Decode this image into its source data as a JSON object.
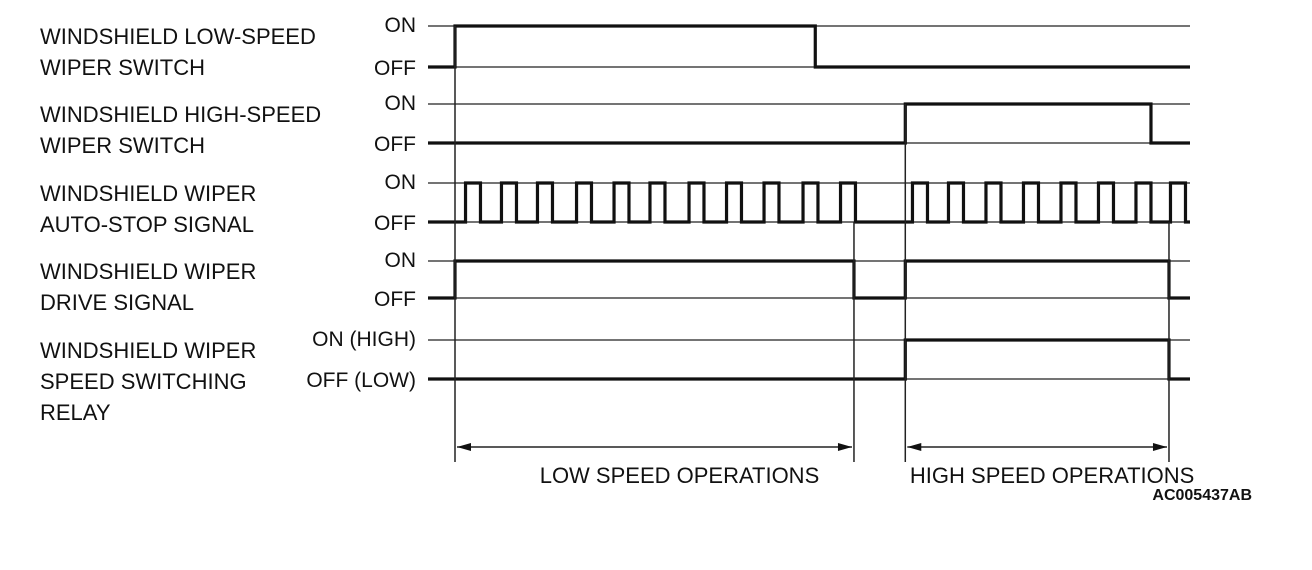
{
  "signals": [
    {
      "id": "low-speed-switch",
      "label_lines": [
        "WINDSHIELD LOW-SPEED",
        "WIPER SWITCH"
      ],
      "on_label": "ON",
      "off_label": "OFF",
      "states": [
        [
          0,
          1
        ],
        [
          0.4823,
          0
        ]
      ]
    },
    {
      "id": "high-speed-switch",
      "label_lines": [
        "WINDSHIELD HIGH-SPEED",
        "WIPER SWITCH"
      ],
      "on_label": "ON",
      "off_label": "OFF",
      "states": [
        [
          0,
          0
        ],
        [
          0.6028,
          1
        ],
        [
          0.9317,
          0
        ]
      ]
    },
    {
      "id": "auto-stop-signal",
      "label_lines": [
        "WINDSHIELD WIPER",
        "AUTO-STOP SIGNAL"
      ],
      "on_label": "ON",
      "off_label": "OFF",
      "states": [
        [
          0,
          0
        ],
        [
          0.0141,
          1
        ],
        [
          0.0341,
          0
        ],
        [
          0.0622,
          1
        ],
        [
          0.0823,
          0
        ],
        [
          0.1104,
          1
        ],
        [
          0.1305,
          0
        ],
        [
          0.1627,
          1
        ],
        [
          0.1827,
          0
        ],
        [
          0.2129,
          1
        ],
        [
          0.2329,
          0
        ],
        [
          0.261,
          1
        ],
        [
          0.2811,
          0
        ],
        [
          0.3133,
          1
        ],
        [
          0.3333,
          0
        ],
        [
          0.3635,
          1
        ],
        [
          0.3835,
          0
        ],
        [
          0.4137,
          1
        ],
        [
          0.4337,
          0
        ],
        [
          0.4659,
          1
        ],
        [
          0.4859,
          0
        ],
        [
          0.5161,
          1
        ],
        [
          0.5361,
          0
        ],
        [
          0.6124,
          1
        ],
        [
          0.6325,
          0
        ],
        [
          0.6606,
          1
        ],
        [
          0.6807,
          0
        ],
        [
          0.7108,
          1
        ],
        [
          0.7309,
          0
        ],
        [
          0.761,
          1
        ],
        [
          0.7811,
          0
        ],
        [
          0.8112,
          1
        ],
        [
          0.8313,
          0
        ],
        [
          0.8614,
          1
        ],
        [
          0.8815,
          0
        ],
        [
          0.9116,
          1
        ],
        [
          0.9317,
          0
        ],
        [
          0.9578,
          1
        ],
        [
          0.9779,
          0
        ]
      ]
    },
    {
      "id": "drive-signal",
      "label_lines": [
        "WINDSHIELD WIPER",
        "DRIVE SIGNAL"
      ],
      "on_label": "ON",
      "off_label": "OFF",
      "states": [
        [
          0,
          1
        ],
        [
          0.5341,
          0
        ],
        [
          0.6028,
          1
        ],
        [
          0.9558,
          0
        ]
      ]
    },
    {
      "id": "speed-switching-relay",
      "label_lines": [
        "WINDSHIELD WIPER",
        "SPEED SWITCHING",
        "RELAY"
      ],
      "on_label": "ON (HIGH)",
      "off_label": "OFF (LOW)",
      "states": [
        [
          0,
          0
        ],
        [
          0.6028,
          1
        ],
        [
          0.9558,
          0
        ]
      ]
    }
  ],
  "spans": [
    {
      "label": "LOW SPEED OPERATIONS",
      "from": 0,
      "to": 0.5341
    },
    {
      "label": "HIGH SPEED OPERATIONS",
      "from": 0.6028,
      "to": 0.9558
    }
  ],
  "figure_id": "AC005437AB"
}
